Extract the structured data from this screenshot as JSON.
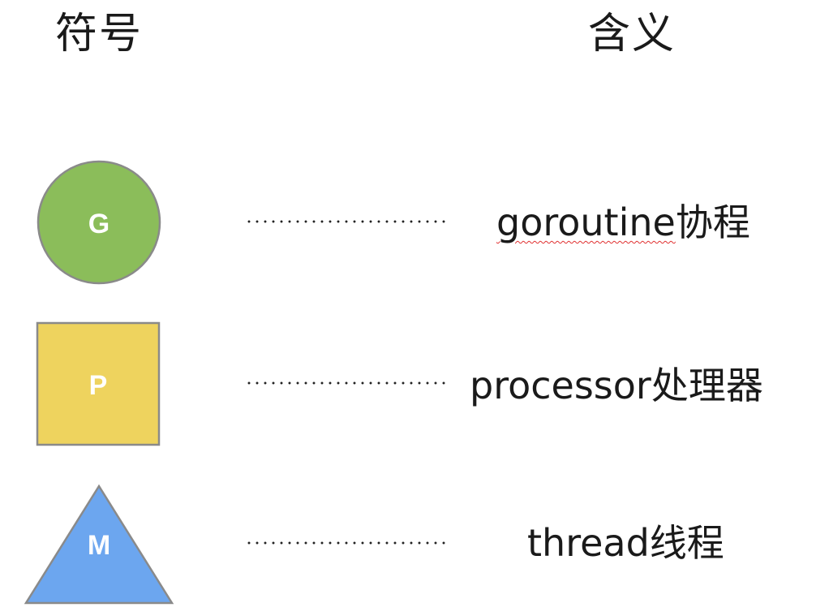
{
  "headers": {
    "symbol": "符号",
    "meaning": "含义"
  },
  "rows": [
    {
      "shape": "circle",
      "letter": "G",
      "fill": "#8bbd5a",
      "term": "goroutine",
      "cn": "协程"
    },
    {
      "shape": "square",
      "letter": "P",
      "fill": "#eed35e",
      "term": "processor",
      "cn": "处理器"
    },
    {
      "shape": "triangle",
      "letter": "M",
      "fill": "#6ca6ef",
      "term": "thread",
      "cn": "线程"
    }
  ],
  "colors": {
    "stroke": "#8a8a8a",
    "letter": "#ffffff",
    "spellcheck": "#e03030"
  }
}
